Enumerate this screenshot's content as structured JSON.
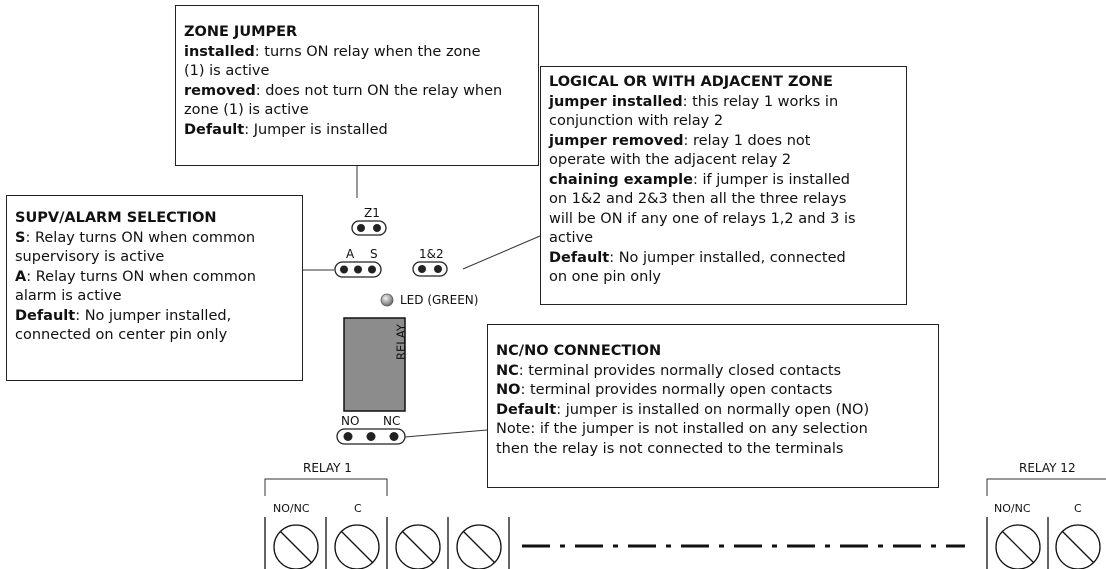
{
  "zone_jumper": {
    "title": "ZONE JUMPER",
    "l1_key": "installed",
    "l1_text": ": turns ON relay when the zone",
    "l2_text": "(1) is active",
    "l3_key": "removed",
    "l3_text": ": does not turn ON the relay when",
    "l4_text": "zone (1) is active",
    "l5_key": "Default",
    "l5_text": ": Jumper is installed"
  },
  "logical_or": {
    "title": "LOGICAL OR WITH ADJACENT ZONE",
    "l1_key": "jumper installed",
    "l1_text": ": this relay 1 works in",
    "l2_text": "conjunction with relay 2",
    "l3_key": "jumper removed",
    "l3_text": ": relay 1 does not",
    "l4_text": "operate with the adjacent relay 2",
    "l5_key": "chaining example",
    "l5_text": ": if jumper is installed",
    "l6_text": "on 1&2 and 2&3 then all the three relays",
    "l7_text": "will be ON if any one of relays 1,2 and 3 is",
    "l8_text": "active",
    "l9_key": "Default",
    "l9_text": ": No jumper installed, connected",
    "l10_text": "on one pin only"
  },
  "supv_alarm": {
    "title": "SUPV/ALARM SELECTION",
    "l1_key": "S",
    "l1_text": ": Relay turns ON when common",
    "l2_text": "supervisory is active",
    "l3_key": "A",
    "l3_text": ": Relay turns ON when common",
    "l4_text": "alarm is active",
    "l5_key": "Default",
    "l5_text": ": No jumper installed,",
    "l6_text": "connected on center pin only"
  },
  "nc_no": {
    "title": "NC/NO CONNECTION",
    "l1_key": "NC",
    "l1_text": ": terminal provides normally closed contacts",
    "l2_key": "NO",
    "l2_text": ": terminal provides normally open contacts",
    "l3_key": "Default",
    "l3_text": ": jumper is installed on normally open (NO)",
    "l4_text": "Note: if the jumper is not installed on any selection",
    "l5_text": "then the relay is not connected to the terminals"
  },
  "board": {
    "z1_label": "Z1",
    "a_label": "A",
    "s_label": "S",
    "one_two_label": "1&2",
    "led_label": "LED (GREEN)",
    "relay_label": "RELAY",
    "no_label": "NO",
    "nc_label": "NC",
    "relay1_label": "RELAY 1",
    "relay12_label": "RELAY 12",
    "nonc_label_1": "NO/NC",
    "c_label_1": "C",
    "nonc_label_12": "NO/NC",
    "c_label_12": "C"
  },
  "colors": {
    "relay_fill": "#8c8c8c",
    "led_fill": "#9a9a9a"
  }
}
